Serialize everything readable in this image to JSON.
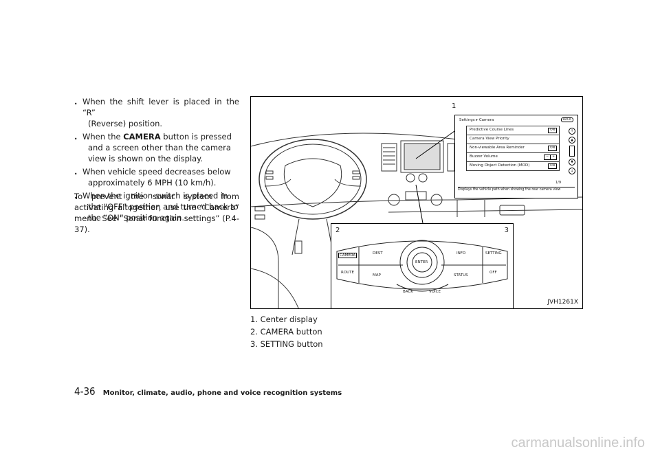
{
  "bullets": [
    {
      "line1": "When the shift lever is placed in the “R”",
      "line2": "(Reverse) position."
    },
    {
      "pre": "When the ",
      "bold": "CAMERA",
      "post": " button is pressed",
      "line2": "and a screen other than the camera",
      "line3": "view is shown on the display."
    },
    {
      "line1": "When vehicle speed decreases below",
      "line2": "approximately 6 MPH (10 km/h)."
    },
    {
      "line1": "When the ignition switch is placed in",
      "line2": "the “OFF” position and turned back to",
      "line3": "the “ON” position again."
    }
  ],
  "paragraph": "To prevent the sonar system from activating altogether, use the “Camera” menu. See “Sonar function settings” (P.4-37).",
  "figure": {
    "code": "JVH1261X",
    "callouts": {
      "one": "1",
      "two": "2",
      "three": "3"
    },
    "screen": {
      "header": "Settings ▸ Camera",
      "back": "BACK",
      "rows": [
        {
          "label": "Predictive Course Lines",
          "badge": "ON"
        },
        {
          "label": "Camera View Priority",
          "badge": ""
        },
        {
          "label": "Non-viewable Area Reminder",
          "badge": "ON"
        },
        {
          "label": "Buzzer Volume",
          "badge": ""
        },
        {
          "label": "Moving Object Detection (MOD)",
          "badge": "ON"
        }
      ],
      "page": "1/9",
      "footer": "Displays the vehicle path when showing the rear camera view"
    },
    "panel": {
      "camera": "CAMERA",
      "route": "ROUTE",
      "dest": "DEST",
      "map": "MAP",
      "enter": "ENTER",
      "info": "INFO",
      "status": "STATUS",
      "setting": "SETTING",
      "off": "OFF",
      "back": "BACK",
      "voice": "VOICE"
    }
  },
  "captions": [
    "1. Center display",
    "2. CAMERA button",
    "3. SETTING button"
  ],
  "footer": {
    "page": "4-36",
    "section": "Monitor, climate, audio, phone and voice recognition systems"
  },
  "watermark": "carmanualsonline.info"
}
